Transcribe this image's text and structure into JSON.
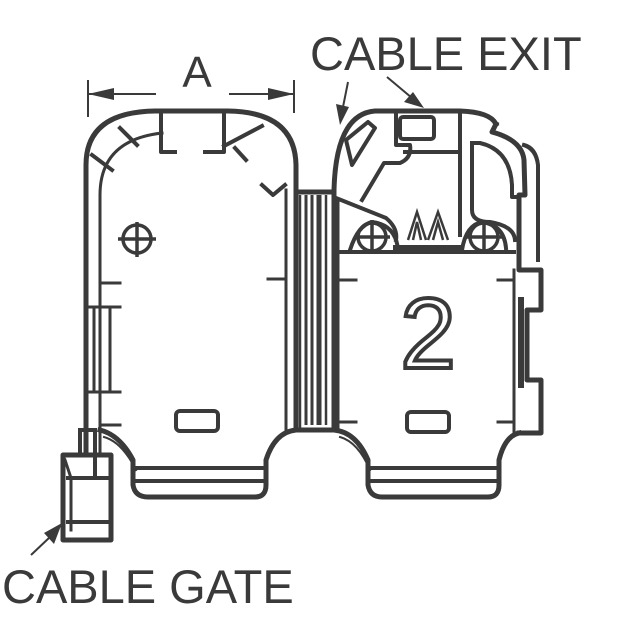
{
  "labels": {
    "dimension": "A",
    "cable_exit": "CABLE EXIT",
    "cable_gate": "CABLE GATE",
    "part_number": "2"
  },
  "colors": {
    "line": "#3a3a3a",
    "background": "#ffffff"
  }
}
